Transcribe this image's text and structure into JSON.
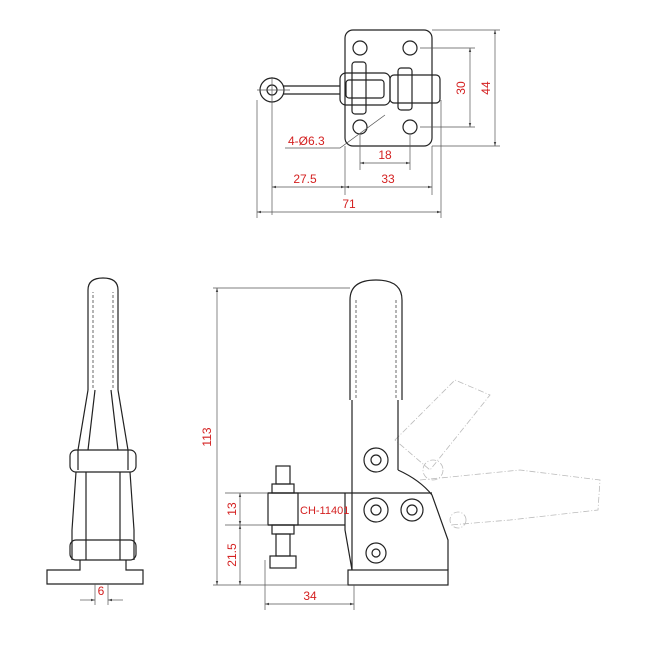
{
  "drawing": {
    "model_label": "CH-11401",
    "top_view": {
      "hole_callout": "4-Ø6.3",
      "dims": {
        "hole_spacing_y": "30",
        "plate_height": "44",
        "hole_spacing_x": "18",
        "eye_offset": "27.5",
        "plate_width": "33",
        "overall_length": "71"
      }
    },
    "side_view": {
      "dims": {
        "thickness": "6"
      }
    },
    "front_view": {
      "dims": {
        "overall_height": "113",
        "spindle_height": "13",
        "base_to_arm": "21.5",
        "reach": "34"
      }
    },
    "colors": {
      "dimension_text": "#d42020",
      "line": "#222222",
      "phantom": "#bbbbbb"
    }
  }
}
